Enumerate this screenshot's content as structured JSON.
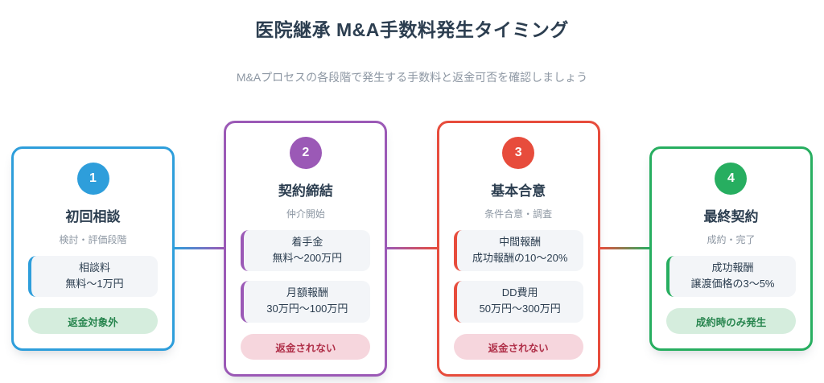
{
  "header": {
    "title": "医院継承 M&A手数料発生タイミング",
    "subtitle": "M&Aプロセスの各段階で発生する手数料と返金可否を確認しましょう"
  },
  "stages": [
    {
      "number": "1",
      "name": "初回相談",
      "phase": "検討・評価段階",
      "fees": [
        {
          "label": "相談料",
          "value": "無料〜1万円"
        }
      ],
      "badge": {
        "text": "返金対象外",
        "type": "positive"
      }
    },
    {
      "number": "2",
      "name": "契約締結",
      "phase": "仲介開始",
      "fees": [
        {
          "label": "着手金",
          "value": "無料〜200万円"
        },
        {
          "label": "月額報酬",
          "value": "30万円〜100万円"
        }
      ],
      "badge": {
        "text": "返金されない",
        "type": "negative"
      }
    },
    {
      "number": "3",
      "name": "基本合意",
      "phase": "条件合意・調査",
      "fees": [
        {
          "label": "中間報酬",
          "value": "成功報酬の10〜20%"
        },
        {
          "label": "DD費用",
          "value": "50万円〜300万円"
        }
      ],
      "badge": {
        "text": "返金されない",
        "type": "negative"
      }
    },
    {
      "number": "4",
      "name": "最終契約",
      "phase": "成約・完了",
      "fees": [
        {
          "label": "成功報酬",
          "value": "譲渡価格の3〜5%"
        }
      ],
      "badge": {
        "text": "成約時のみ発生",
        "type": "positive"
      }
    }
  ],
  "colors": {
    "stage1": "#2e9edb",
    "stage2": "#9b59b6",
    "stage3": "#e74c3c",
    "stage4": "#27ae60",
    "badge-positive-bg": "#d5eddd",
    "badge-positive-text": "#27854e",
    "badge-negative-bg": "#f6d6dd",
    "badge-negative-text": "#b03049",
    "fee-bg": "#f3f5f8",
    "heading": "#2c3e50",
    "muted": "#8d97a3"
  }
}
